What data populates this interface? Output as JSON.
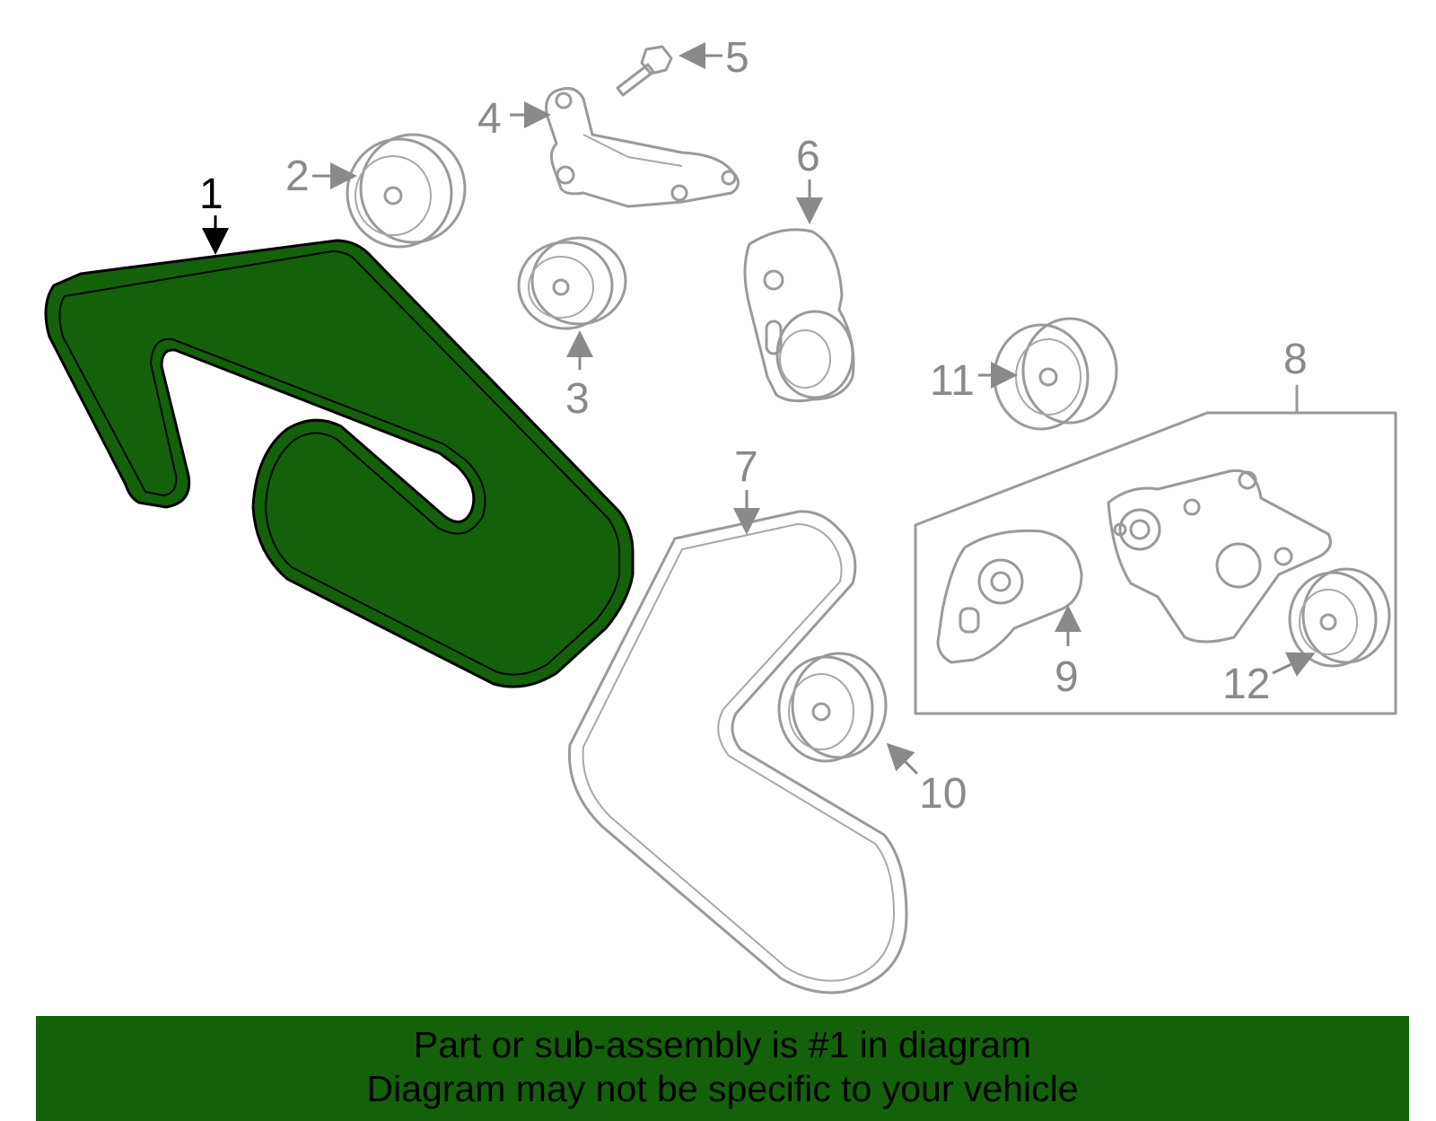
{
  "callouts": {
    "c1": "1",
    "c2": "2",
    "c3": "3",
    "c4": "4",
    "c5": "5",
    "c6": "6",
    "c7": "7",
    "c8": "8",
    "c9": "9",
    "c10": "10",
    "c11": "11",
    "c12": "12"
  },
  "highlighted_part": "1",
  "colors": {
    "highlight_fill": "#13620a",
    "banner_background": "#13620a",
    "line_gray": "#9a9a9a"
  },
  "banner": {
    "line1": "Part or sub-assembly is #1 in diagram",
    "line2": "Diagram may not be specific to your vehicle"
  }
}
